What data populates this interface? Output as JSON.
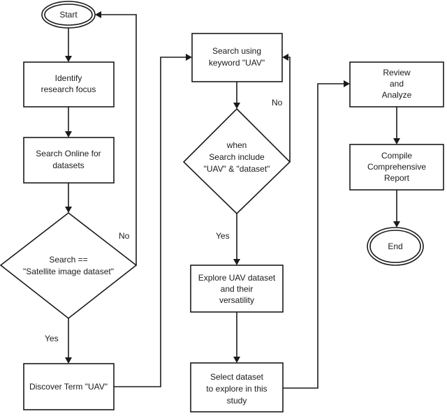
{
  "nodes": {
    "start": {
      "label": [
        "Start"
      ]
    },
    "identify": {
      "label": [
        "Identify",
        "research focus"
      ]
    },
    "search_online": {
      "label": [
        "Search Online for",
        "datasets"
      ]
    },
    "decision1": {
      "label": [
        "Search ==",
        "\"Satellite image dataset\""
      ]
    },
    "discover": {
      "label": [
        "Discover Term \"UAV\""
      ]
    },
    "search_keyword": {
      "label": [
        "Search using",
        "keyword \"UAV\""
      ]
    },
    "decision2": {
      "label": [
        "when",
        "Search include",
        "\"UAV\" & \"dataset\""
      ]
    },
    "explore": {
      "label": [
        "Explore UAV dataset",
        "and their",
        "versatility"
      ]
    },
    "select": {
      "label": [
        "Select dataset",
        "to explore in this",
        "study"
      ]
    },
    "review": {
      "label": [
        "Review",
        "and",
        "Analyze"
      ]
    },
    "compile": {
      "label": [
        "Compile",
        "Comprehensive",
        "Report"
      ]
    },
    "end": {
      "label": [
        "End"
      ]
    }
  },
  "edge_labels": {
    "no1": "No",
    "yes1": "Yes",
    "no2": "No",
    "yes2": "Yes"
  },
  "colors": {
    "stroke": "#1a1a1a",
    "fill": "#ffffff"
  }
}
